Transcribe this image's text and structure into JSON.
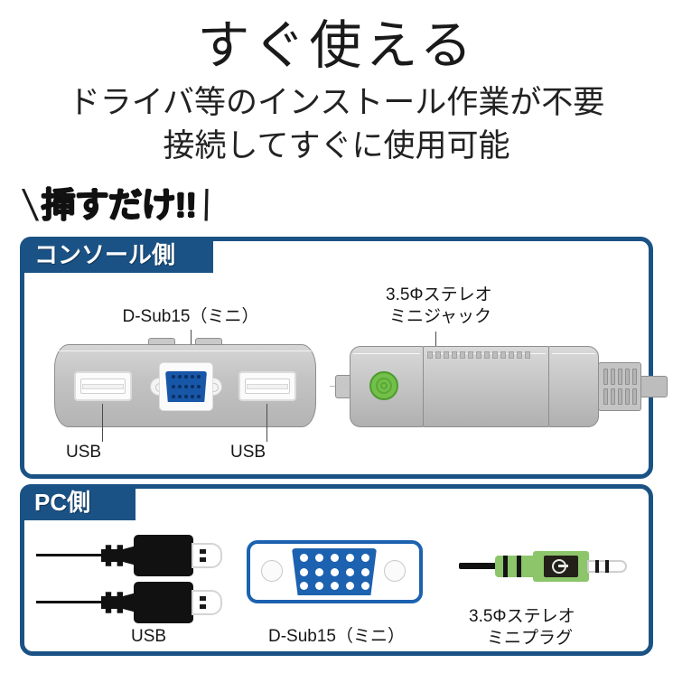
{
  "headline": "すぐ使える",
  "subhead_lines": [
    "ドライバ等のインストール作業が不要",
    "接続してすぐに使用可能"
  ],
  "catchphrase": {
    "left_slash": "\\",
    "text": "挿すだけ!!",
    "right_slash": "/"
  },
  "colors": {
    "panel_border": "#1b5285",
    "tab_background": "#1b5285",
    "tab_text": "#ffffff",
    "vga_blue": "#1c62b0",
    "vga_pin_navy": "#0b2f63",
    "audio_green": "#72c04a",
    "plug_green": "#8cc56a",
    "device_gray": "#c6c6c6",
    "cable_black": "#111111",
    "text": "#1a1a1a"
  },
  "sections": [
    {
      "id": "console",
      "tab_label": "コンソール側",
      "callouts": [
        {
          "id": "dsub15-console",
          "text": "D-Sub15（ミニ）"
        },
        {
          "id": "usb-console-left",
          "text": "USB"
        },
        {
          "id": "usb-console-right",
          "text": "USB"
        },
        {
          "id": "stereo-jack",
          "line1": "3.5Φステレオ",
          "line2": "ミニジャック"
        }
      ]
    },
    {
      "id": "pc",
      "tab_label": "PC側",
      "callouts": [
        {
          "id": "usb-pc",
          "text": "USB"
        },
        {
          "id": "dsub15-pc",
          "text": "D-Sub15（ミニ）"
        },
        {
          "id": "stereo-plug",
          "line1": "3.5Φステレオ",
          "line2": "ミニプラグ"
        }
      ]
    }
  ],
  "connector_specs": {
    "vga_pin_rows": [
      5,
      5,
      5
    ],
    "usb_ports_on_device": 2,
    "usb_plugs_on_pc_side": 2
  }
}
